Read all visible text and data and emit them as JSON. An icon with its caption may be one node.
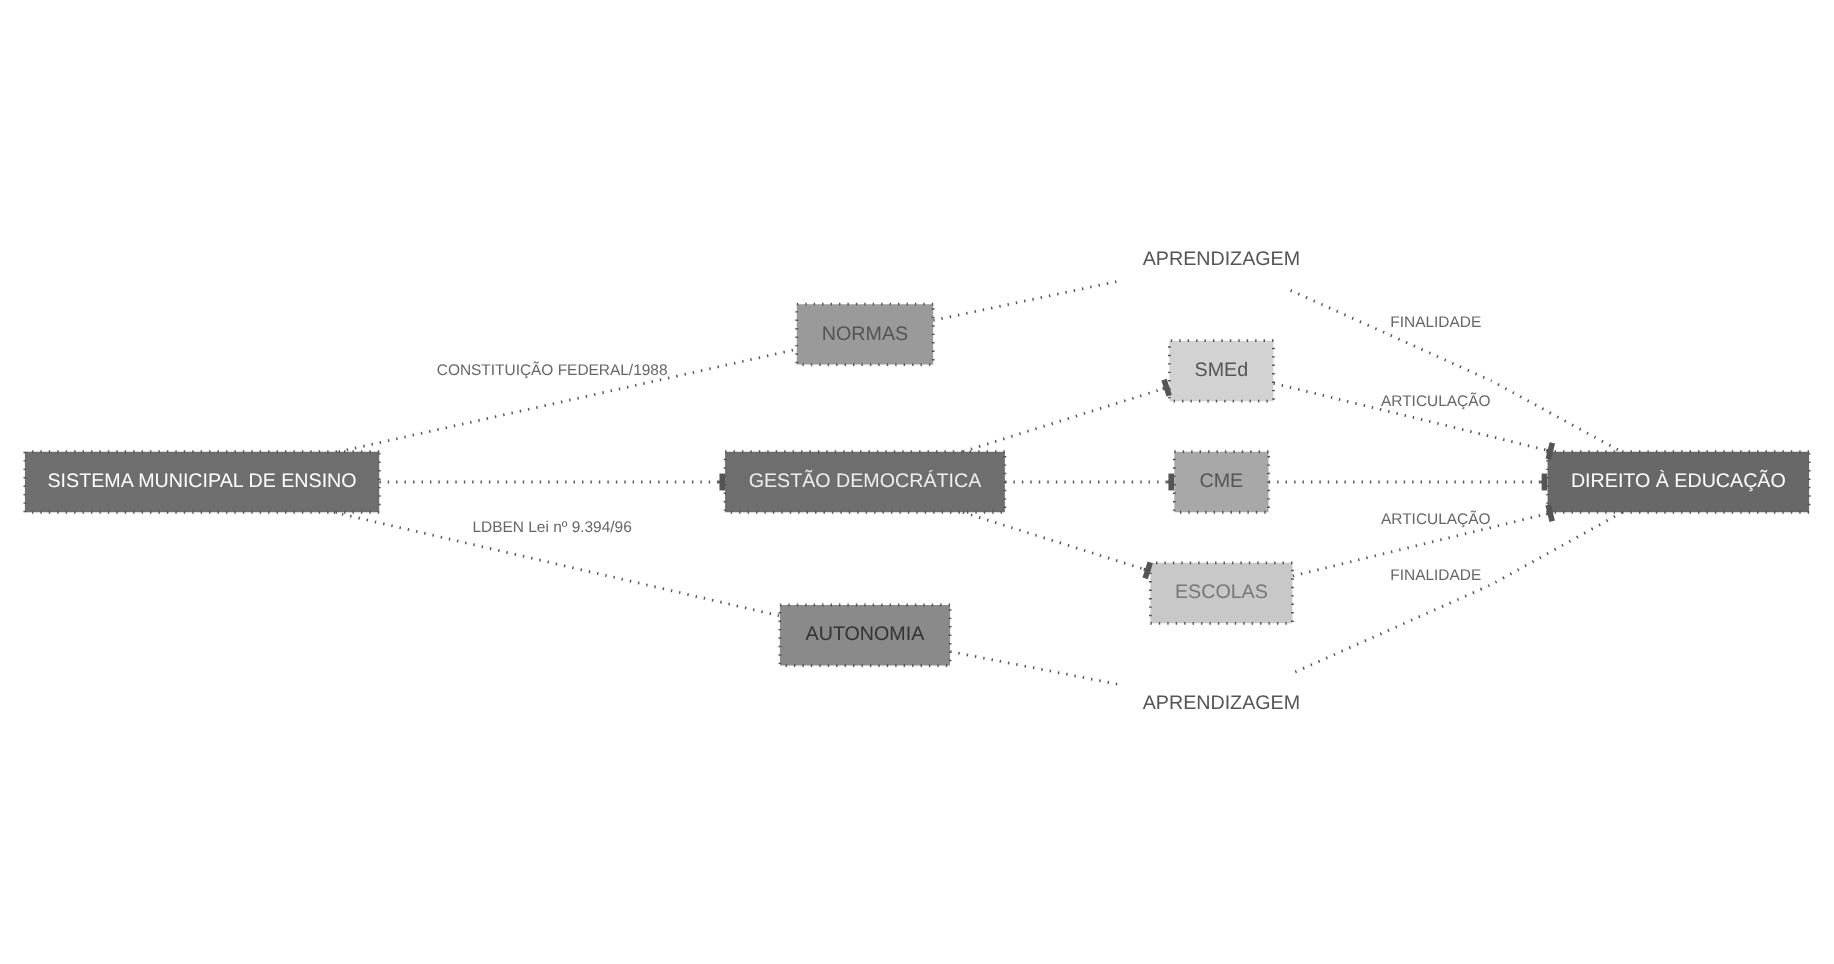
{
  "diagram": {
    "nodes": [
      {
        "text": [
          "SISTEMA MUNICIPAL DE ENSINO"
        ]
      },
      {
        "text": [
          "NORMAS"
        ]
      },
      {
        "text": [
          "GESTÃO DEMOCRÁTICA"
        ]
      },
      {
        "text": [
          "AUTONOMIA"
        ]
      },
      {
        "text": [
          "SMEd"
        ]
      },
      {
        "text": [
          "CME"
        ]
      },
      {
        "text": [
          "ESCOLAS"
        ]
      },
      {
        "text": [
          "DIREITO À EDUCAÇÃO"
        ]
      },
      {
        "text": [
          "APRENDIZAGEM"
        ]
      },
      {
        "text": [
          "APRENDIZAGEM"
        ]
      }
    ],
    "edges": [
      {
        "from": 0,
        "to": 1,
        "arrow": "none",
        "label": "CONSTITUIÇÃO FEDERAL/1988"
      },
      {
        "from": 1,
        "to": 8,
        "arrow": "none"
      },
      {
        "from": 0,
        "to": 2,
        "arrow": "other"
      },
      {
        "from": 0,
        "to": 3,
        "arrow": "none",
        "label": "LDBEN Lei nº 9.394/96"
      },
      {
        "from": 3,
        "to": 9,
        "arrow": "none"
      },
      {
        "from": 2,
        "to": 4,
        "arrow": "other"
      },
      {
        "from": 2,
        "to": 5,
        "arrow": "other"
      },
      {
        "from": 2,
        "to": 6,
        "arrow": "other"
      },
      {
        "from": 4,
        "to": 7,
        "arrow": "other",
        "label": "ARTICULAÇÃO"
      },
      {
        "from": 5,
        "to": 7,
        "arrow": "other"
      },
      {
        "from": 6,
        "to": 7,
        "arrow": "other",
        "label": "ARTICULAÇÃO"
      },
      {
        "from": 8,
        "to": 7,
        "arrow": "none",
        "label": "FINALIDADE"
      },
      {
        "from": 7,
        "to": 9,
        "arrow": "none",
        "label": "FINALIDADE"
      }
    ]
  }
}
